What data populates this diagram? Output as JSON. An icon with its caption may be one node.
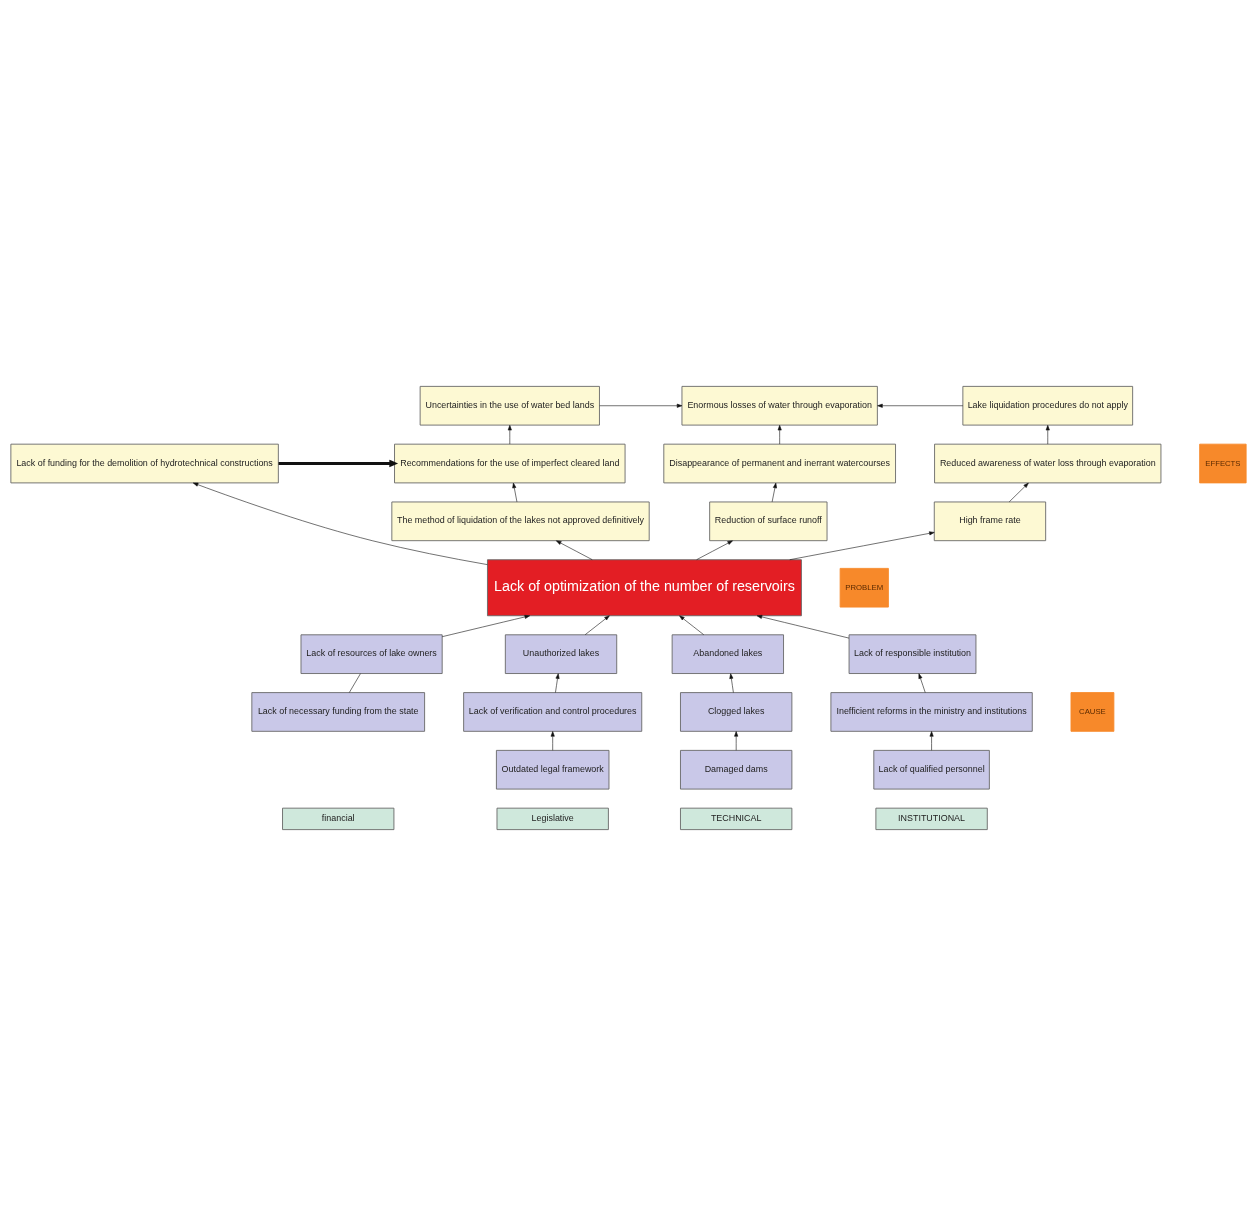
{
  "diagram": {
    "nodes": [
      {
        "text": [
          "Uncertainties in the use of water bed lands"
        ]
      },
      {
        "text": [
          "Enormous losses of water through evaporation"
        ]
      },
      {
        "text": [
          "Lake liquidation procedures do not apply"
        ]
      },
      {
        "text": [
          "Lack of funding for the demolition of hydrotechnical constructions"
        ]
      },
      {
        "text": [
          "Recommendations for the use of imperfect cleared land"
        ]
      },
      {
        "text": [
          "Disappearance of permanent and inerrant watercourses"
        ]
      },
      {
        "text": [
          "Reduced awareness of water loss through evaporation"
        ]
      },
      {
        "text": [
          "The method of liquidation of the lakes not approved definitively"
        ]
      },
      {
        "text": [
          "Reduction of surface runoff"
        ]
      },
      {
        "text": [
          "High frame rate"
        ]
      },
      {
        "text": [
          "Lack of optimization of the number of reservoirs"
        ]
      },
      {
        "text": [
          "Lack of resources of lake owners"
        ]
      },
      {
        "text": [
          "Unauthorized lakes"
        ]
      },
      {
        "text": [
          "Abandoned lakes"
        ]
      },
      {
        "text": [
          "Lack of responsible institution"
        ]
      },
      {
        "text": [
          "Lack of necessary funding from the state"
        ]
      },
      {
        "text": [
          "Lack of verification and control procedures"
        ]
      },
      {
        "text": [
          "Clogged lakes"
        ]
      },
      {
        "text": [
          "Inefficient reforms in the ministry and institutions"
        ]
      },
      {
        "text": [
          "Outdated legal framework"
        ]
      },
      {
        "text": [
          "Damaged dams"
        ]
      },
      {
        "text": [
          "Lack of qualified personnel"
        ]
      },
      {
        "text": [
          "financial"
        ]
      },
      {
        "text": [
          "Legislative"
        ]
      },
      {
        "text": [
          "TECHNICAL"
        ]
      },
      {
        "text": [
          "INSTITUTIONAL"
        ]
      }
    ],
    "edges": [
      {
        "from": 0,
        "to": 1,
        "arrow": "to"
      },
      {
        "from": 2,
        "to": 1,
        "arrow": "to"
      },
      {
        "from": 3,
        "to": 4,
        "arrow": "to",
        "style": "thick"
      },
      {
        "from": 4,
        "to": 0,
        "arrow": "to"
      },
      {
        "from": 5,
        "to": 1,
        "arrow": "to"
      },
      {
        "from": 6,
        "to": 2,
        "arrow": "to"
      },
      {
        "from": 7,
        "to": 4,
        "arrow": "to"
      },
      {
        "from": 8,
        "to": 5,
        "arrow": "to"
      },
      {
        "from": 9,
        "to": 6,
        "arrow": "to"
      },
      {
        "from": 10,
        "to": 7,
        "arrow": "to"
      },
      {
        "from": 10,
        "to": 8,
        "arrow": "to"
      },
      {
        "from": 10,
        "to": 9,
        "arrow": "to"
      },
      {
        "from": 10,
        "to": 3,
        "arrow": "to"
      },
      {
        "from": 11,
        "to": 10,
        "arrow": "to"
      },
      {
        "from": 12,
        "to": 10,
        "arrow": "to"
      },
      {
        "from": 13,
        "to": 10,
        "arrow": "to"
      },
      {
        "from": 14,
        "to": 10,
        "arrow": "to"
      },
      {
        "from": 15,
        "to": 11,
        "arrow": "none"
      },
      {
        "from": 16,
        "to": 12,
        "arrow": "to"
      },
      {
        "from": 17,
        "to": 13,
        "arrow": "to"
      },
      {
        "from": 18,
        "to": 14,
        "arrow": "to"
      },
      {
        "from": 19,
        "to": 16,
        "arrow": "to"
      },
      {
        "from": 20,
        "to": 17,
        "arrow": "to"
      },
      {
        "from": 21,
        "to": 18,
        "arrow": "to"
      }
    ],
    "labels": [
      "EFFECTS",
      "PROBLEM",
      "CAUSE"
    ]
  }
}
